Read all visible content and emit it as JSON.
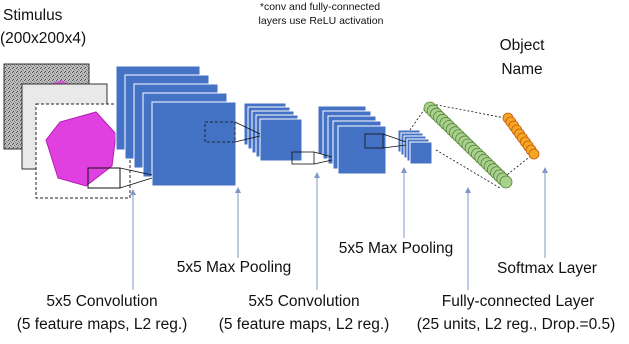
{
  "stimulus": {
    "title": "Stimulus",
    "size": "(200x200x4)"
  },
  "note": {
    "line1": "*conv and fully-connected",
    "line2": "layers use ReLU activation"
  },
  "output": {
    "line1": "Object",
    "line2": "Name"
  },
  "layers": {
    "conv1": {
      "title": "5x5 Convolution",
      "detail": "(5 feature maps, L2 reg.)"
    },
    "pool1": {
      "title": "5x5 Max Pooling"
    },
    "conv2": {
      "title": "5x5 Convolution",
      "detail": "(5 feature maps, L2 reg.)"
    },
    "pool2": {
      "title": "5x5 Max Pooling"
    },
    "fc": {
      "title": "Fully-connected Layer",
      "detail": "(25 units, L2 reg., Drop.=0.5)"
    },
    "softmax": {
      "title": "Softmax Layer"
    }
  },
  "colors": {
    "feature_map": "#4472C4",
    "feature_map_edge": "#ffffff",
    "fc_unit": "#A9D18E",
    "fc_edge": "#548235",
    "softmax_unit": "#F5A623",
    "softmax_edge": "#C55A11",
    "stimulus_shape": "#E040E0",
    "arrow": "#7F96C8"
  }
}
